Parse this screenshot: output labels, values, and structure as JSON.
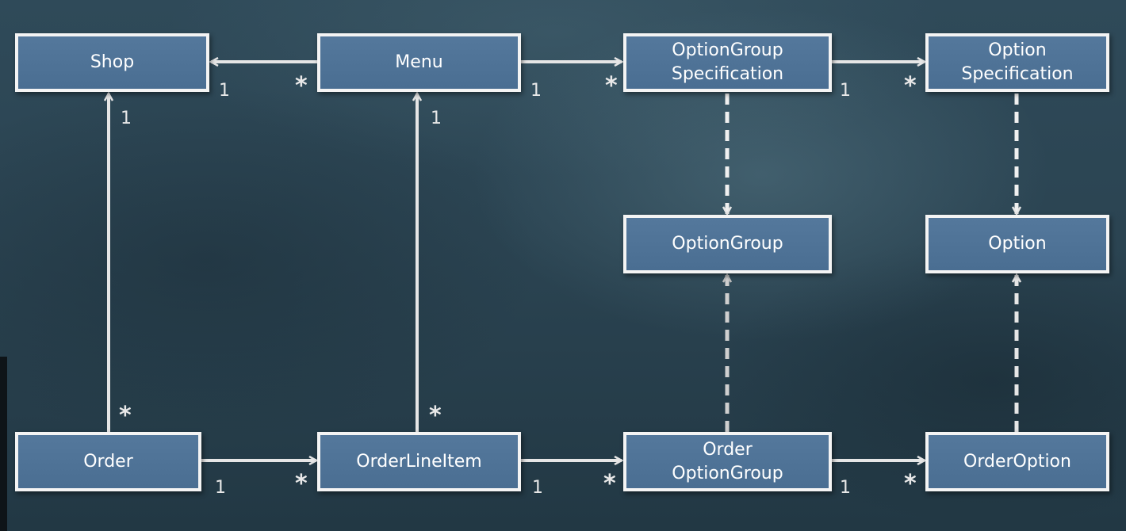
{
  "classes": {
    "shop": "Shop",
    "menu": "Menu",
    "option_group_specification": [
      "OptionGroup",
      "Specification"
    ],
    "option_specification": [
      "Option",
      "Specification"
    ],
    "option_group": "OptionGroup",
    "option": "Option",
    "order": "Order",
    "order_line_item": "OrderLineItem",
    "order_option_group": [
      "Order",
      "OptionGroup"
    ],
    "order_option": "OrderOption"
  },
  "multiplicities": {
    "menu_shop_one": "1",
    "menu_shop_many": "*",
    "menu_ogs_one": "1",
    "menu_ogs_many": "*",
    "ogs_os_one": "1",
    "ogs_os_many": "*",
    "order_shop_one": "1",
    "order_shop_many": "*",
    "oli_menu_one": "1",
    "oli_menu_many": "*",
    "order_oli_one": "1",
    "order_oli_many": "*",
    "oli_oog_one": "1",
    "oli_oog_many": "*",
    "oog_oo_one": "1",
    "oog_oo_many": "*"
  },
  "colors": {
    "box_fill": "#4f7397",
    "box_border": "#f4f4f4",
    "connector": "#e6e6e6",
    "dependency": "#c9c9c9",
    "background": "#2a4150"
  }
}
